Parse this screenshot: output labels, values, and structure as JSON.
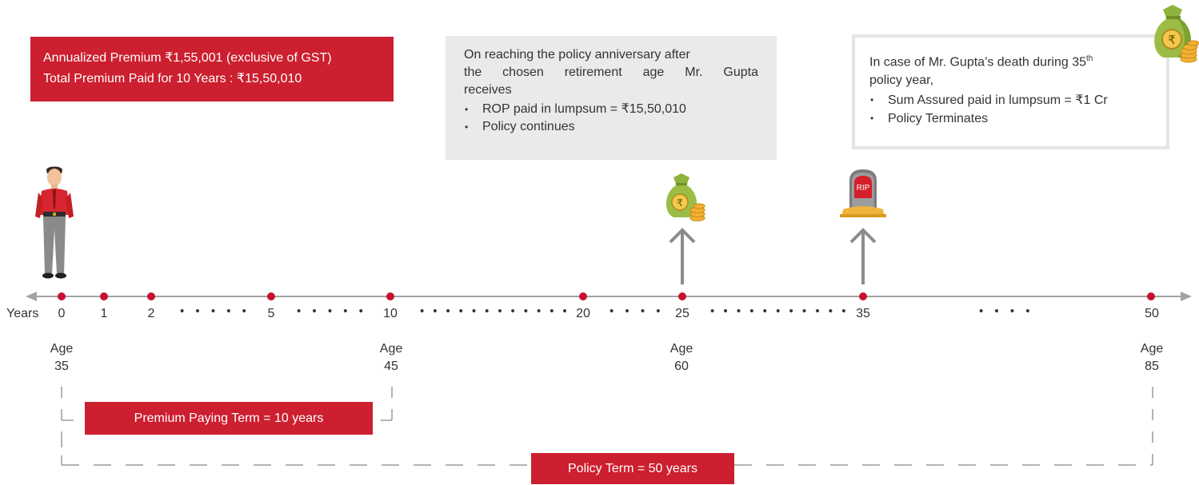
{
  "premium_box": {
    "line1": "Annualized Premium ₹1,55,001 (exclusive of GST)",
    "line2": "Total Premium Paid for 10 Years : ₹15,50,010"
  },
  "anniversary_box": {
    "line1": "On reaching the policy anniversary after",
    "line2": "the chosen retirement age Mr. Gupta",
    "line3": "receives",
    "bullets": [
      "ROP paid in lumpsum = ₹15,50,010",
      "Policy continues"
    ]
  },
  "death_box": {
    "line1_text": "In case of Mr. Gupta’s death during 35",
    "line1_sup": "th",
    "line2": "policy year,",
    "bullets": [
      "Sum Assured paid in lumpsum  = ₹1 Cr",
      "Policy Terminates"
    ]
  },
  "timeline": {
    "years_label": "Years",
    "ticks": [
      "0",
      "1",
      "2",
      "5",
      "10",
      "20",
      "25",
      "35",
      "50"
    ],
    "dots": {
      "a": "• • • • •",
      "b": "• • • • •",
      "c": "• • • • • • • • • • • •",
      "d": "• • • •",
      "e": "• • • • • • • • • • •",
      "f": "• • • •"
    },
    "ages": [
      {
        "label": "Age",
        "value": "35"
      },
      {
        "label": "Age",
        "value": "45"
      },
      {
        "label": "Age",
        "value": "60"
      },
      {
        "label": "Age",
        "value": "85"
      }
    ]
  },
  "premium_term_label": "Premium Paying Term = 10 years",
  "policy_term_label": "Policy Term = 50 years",
  "tombstone_text": "RIP",
  "rupee_symbol": "₹",
  "colors": {
    "brand_red": "#cc1f2f",
    "axis": "#999999",
    "marker": "#c8102e"
  }
}
